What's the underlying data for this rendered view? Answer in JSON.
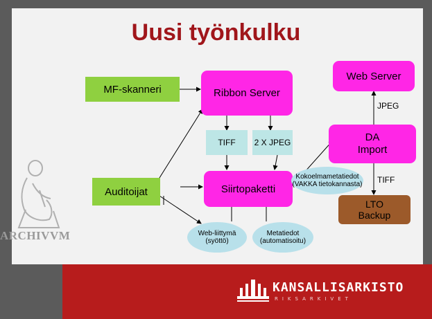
{
  "title": "Uusi työnkulku",
  "nodes": {
    "mf_scanner": "MF-skanneri",
    "ribbon_server": "Ribbon Server",
    "web_server": "Web Server",
    "tiff": "TIFF",
    "jpeg2": "2 X JPEG",
    "da_import_line1": "DA",
    "da_import_line2": "Import",
    "auditoijat": "Auditoijat",
    "siirtopaketti": "Siirtopaketti",
    "lto_line1": "LTO",
    "lto_line2": "Backup",
    "kokoelma_line1": "Kokoelmametatiedot",
    "kokoelma_line2": "(VAKKA tietokannasta)",
    "web_liittyma_line1": "Web-liittymä",
    "web_liittyma_line2": "(syöttö)",
    "metatiedot_line1": "Metatiedot",
    "metatiedot_line2": "(automatisoitu)"
  },
  "edge_labels": {
    "jpeg": "JPEG",
    "tiff": "TIFF"
  },
  "watermark": "ARCHIVVM",
  "logo": {
    "name": "KANSALLISARKISTO",
    "sub": "RIKSARKIVET"
  },
  "colors": {
    "title": "#a0161b",
    "magenta": "#ff26e6",
    "green": "#8fd040",
    "cyan": "#bde6e6",
    "brown": "#9c5a2a",
    "footer": "#b71c1c",
    "frame": "#5b5b5b"
  }
}
